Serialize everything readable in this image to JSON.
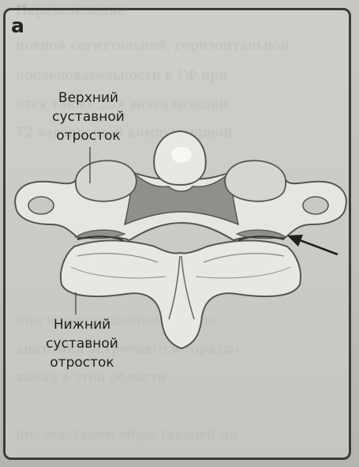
{
  "figure": {
    "panel_letter": "а",
    "labels": {
      "superior_process": [
        "Верхний",
        "суставной",
        "отросток"
      ],
      "inferior_process": [
        "Нижний",
        "суставной",
        "отросток"
      ]
    }
  }
}
